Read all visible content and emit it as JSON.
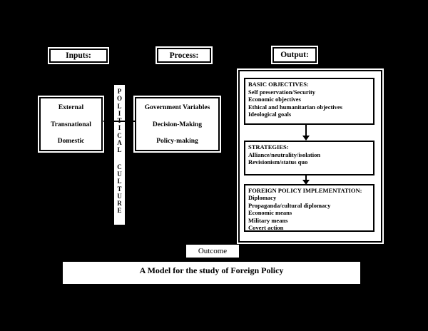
{
  "diagram": {
    "headers": {
      "inputs": "Inputs:",
      "process": "Process:",
      "output": "Output:"
    },
    "inputs_box": {
      "lines": [
        "External",
        "Transnational",
        "Domestic"
      ]
    },
    "process_box": {
      "lines": [
        "Government Variables",
        "Decision-Making",
        "Policy-making"
      ]
    },
    "culture_strip": {
      "word1": "POLITICAL",
      "word2": "CULTURE"
    },
    "output_panel": {
      "basic_objectives": {
        "title": "BASIC OBJECTIVES:",
        "items": [
          "Self preservation/Security",
          "Economic objectives",
          "Ethical and humanitarian objectives",
          "Ideological goals"
        ]
      },
      "strategies": {
        "title": "STRATEGIES:",
        "items": [
          "Alliance/neutrality/isolation",
          "Revisionism/status quo"
        ]
      },
      "implementation": {
        "title": "FOREIGN POLICY IMPLEMENTATION:",
        "items": [
          "Diplomacy",
          "Propaganda/cultural diplomacy",
          "Economic means",
          "Military means",
          "Covert action"
        ]
      }
    },
    "outcome_label": "Outcome",
    "title": "A Model for the study of Foreign Policy",
    "colors": {
      "background": "#000000",
      "box_fill": "#ffffff",
      "line_color": "#000000"
    }
  }
}
